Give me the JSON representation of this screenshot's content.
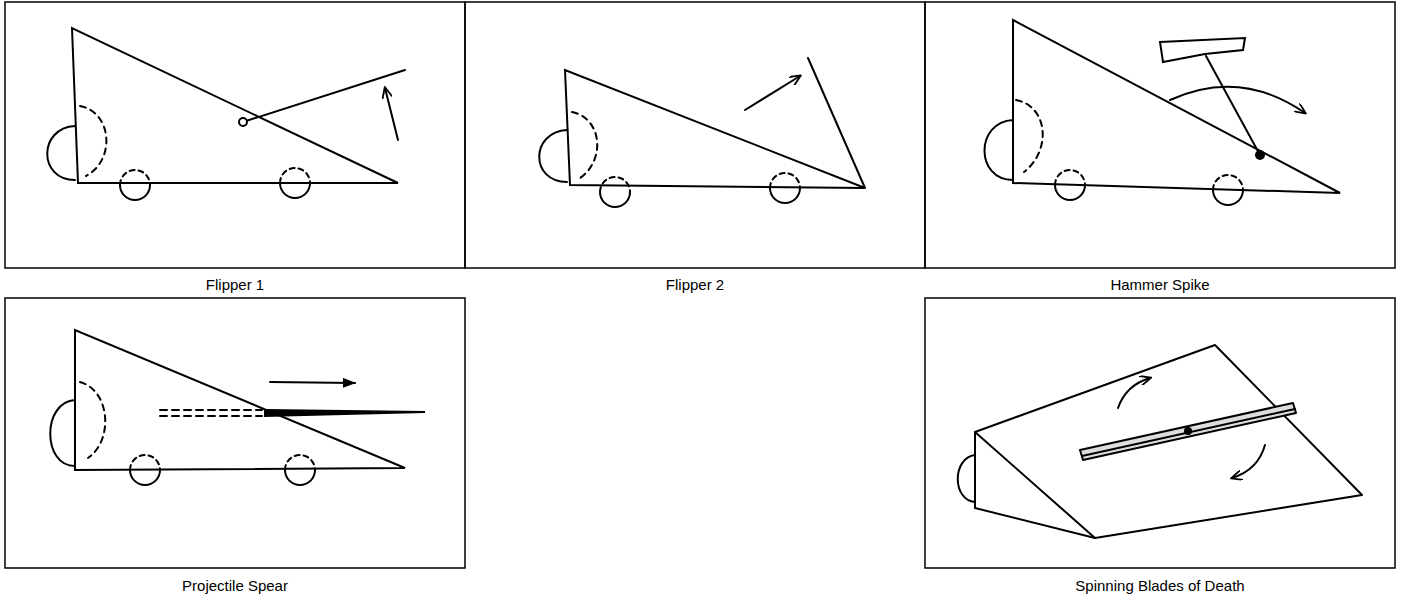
{
  "diagram": {
    "labels": [
      "Flipper 1",
      "Flipper 2",
      "Hammer Spike",
      "Projectile Spear",
      "Spinning Blades of Death"
    ]
  }
}
